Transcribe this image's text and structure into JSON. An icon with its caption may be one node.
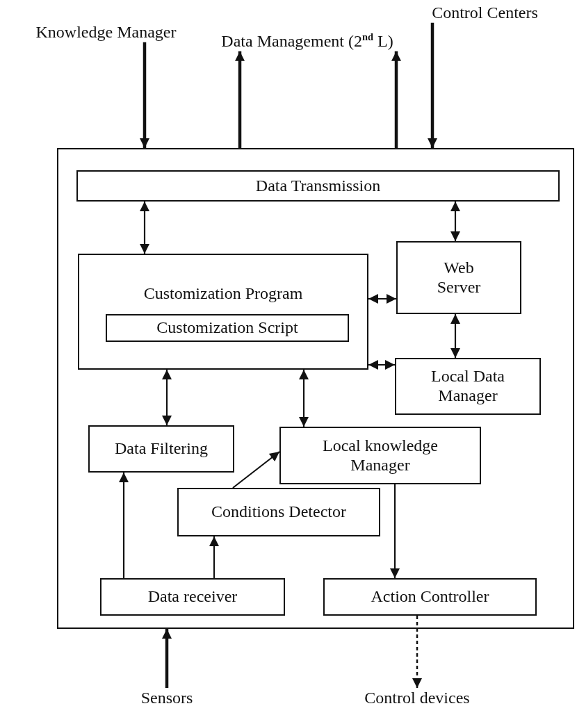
{
  "diagram": {
    "nodes": [
      {
        "text": [
          "Knowledge Manager"
        ]
      },
      {
        "text": [
          "Data Management (2$^{nd}$ L)"
        ]
      },
      {
        "text": [
          "Control Centers"
        ]
      },
      {
        "text": [],
        "shape": "box"
      },
      {
        "text": [
          "Data Transmission"
        ],
        "in": 3
      },
      {
        "text": [
          "Customization Program"
        ],
        "in": 3
      },
      {
        "text": [
          "Customization Script"
        ],
        "in": 5
      },
      {
        "text": [
          "Web Server"
        ],
        "in": 3
      },
      {
        "text": [
          "Local Data Manager"
        ],
        "in": 3
      },
      {
        "text": [
          "Data Filtering"
        ],
        "in": 3
      },
      {
        "text": [
          "Local knowledge Manager"
        ],
        "in": 3
      },
      {
        "text": [
          "Conditions Detector"
        ],
        "in": 3
      },
      {
        "text": [
          "Data receiver"
        ],
        "in": 3
      },
      {
        "text": [
          "Action Controller"
        ],
        "in": 3
      },
      {
        "text": [
          "Sensors"
        ]
      },
      {
        "text": [
          "Control devices"
        ]
      }
    ],
    "edges": [
      {
        "from": 0,
        "to": 3,
        "arrow": "to",
        "style": "thick"
      },
      {
        "from": 3,
        "to": 1,
        "arrow": "to",
        "style": "thick"
      },
      {
        "from": 3,
        "to": 1,
        "arrow": "to",
        "style": "thick"
      },
      {
        "from": 2,
        "to": 3,
        "arrow": "to",
        "style": "thick"
      },
      {
        "from": 4,
        "to": 5,
        "arrow": "both"
      },
      {
        "from": 4,
        "to": 7,
        "arrow": "both"
      },
      {
        "from": 5,
        "to": 7,
        "arrow": "both"
      },
      {
        "from": 7,
        "to": 8,
        "arrow": "both"
      },
      {
        "from": 5,
        "to": 8,
        "arrow": "both"
      },
      {
        "from": 5,
        "to": 9,
        "arrow": "both"
      },
      {
        "from": 5,
        "to": 10,
        "arrow": "both"
      },
      {
        "from": 11,
        "to": 10,
        "arrow": "to"
      },
      {
        "from": 12,
        "to": 9,
        "arrow": "to"
      },
      {
        "from": 12,
        "to": 11,
        "arrow": "to"
      },
      {
        "from": 10,
        "to": 13,
        "arrow": "to"
      },
      {
        "from": 14,
        "to": 3,
        "arrow": "to",
        "style": "thick"
      },
      {
        "from": 13,
        "to": 15,
        "arrow": "to",
        "style": "dashed"
      }
    ]
  }
}
